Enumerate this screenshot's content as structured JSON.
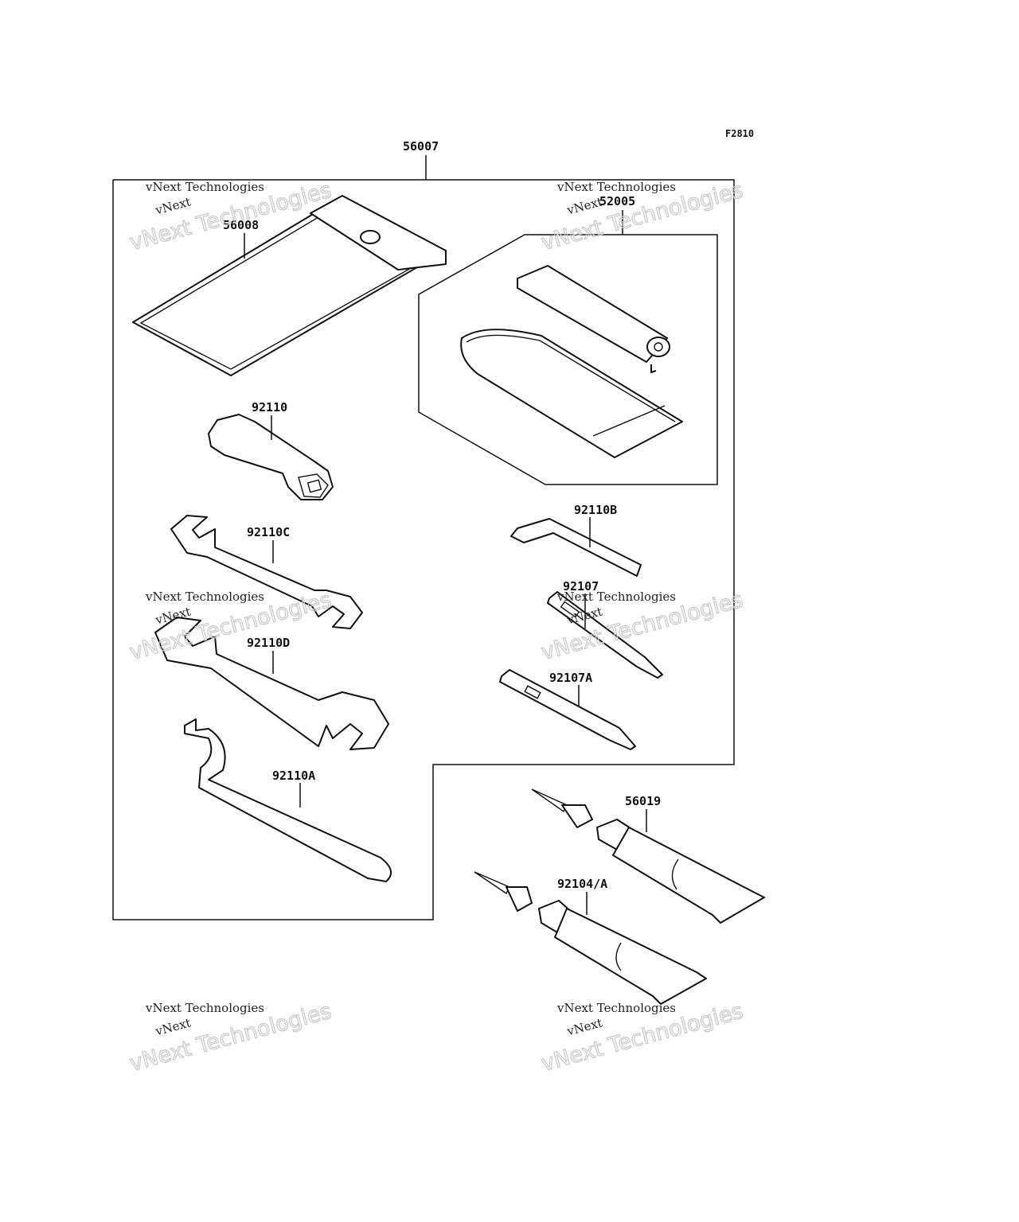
{
  "figure_code": "F2810",
  "kit": {
    "number": "56007"
  },
  "parts": [
    {
      "id": "case",
      "number": "56008"
    },
    {
      "id": "pump-set",
      "number": "52005"
    },
    {
      "id": "plug-wrench",
      "number": "92110"
    },
    {
      "id": "hex-key",
      "number": "92110B"
    },
    {
      "id": "wrench-c",
      "number": "92110C"
    },
    {
      "id": "screwdriver",
      "number": "92107"
    },
    {
      "id": "wrench-d",
      "number": "92110D"
    },
    {
      "id": "screwdriver-a",
      "number": "92107A"
    },
    {
      "id": "hook-wrench",
      "number": "92110A"
    },
    {
      "id": "tube-1",
      "number": "56019"
    },
    {
      "id": "tube-2",
      "number": "92104/A"
    }
  ],
  "watermark": {
    "line1": "vNext Technologies",
    "line2": "vNext Technologies"
  }
}
